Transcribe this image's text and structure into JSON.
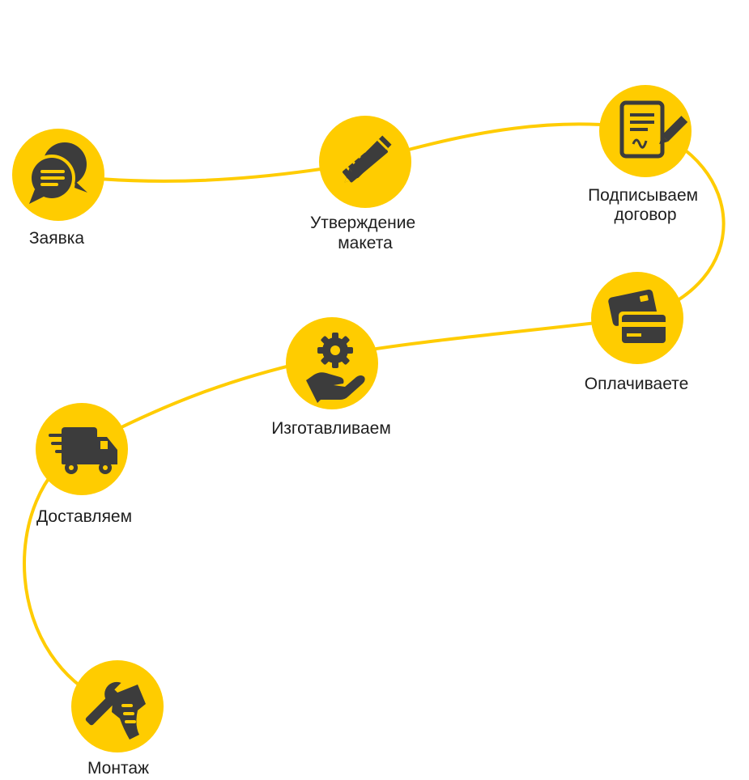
{
  "colors": {
    "accent": "#FFCC00",
    "icon": "#3c3c3c",
    "text": "#1e1e1e",
    "background": "#ffffff"
  },
  "steps": [
    {
      "id": "zayavka",
      "icon": "chat-bubbles-icon",
      "lines": [
        "Заявка"
      ]
    },
    {
      "id": "maket",
      "icon": "pencil-ruler-icon",
      "lines": [
        "Утверждение",
        "макета"
      ]
    },
    {
      "id": "dogovor",
      "icon": "contract-sign-icon",
      "lines": [
        "Подписываем",
        "договор"
      ]
    },
    {
      "id": "oplata",
      "icon": "payment-cards-icon",
      "lines": [
        "Оплачиваете"
      ]
    },
    {
      "id": "izgotovlenie",
      "icon": "gear-hand-icon",
      "lines": [
        "Изготавливаем"
      ]
    },
    {
      "id": "dostavka",
      "icon": "delivery-truck-icon",
      "lines": [
        "Доставляем"
      ]
    },
    {
      "id": "montazh",
      "icon": "wrench-hand-icon",
      "lines": [
        "Монтаж"
      ]
    }
  ]
}
